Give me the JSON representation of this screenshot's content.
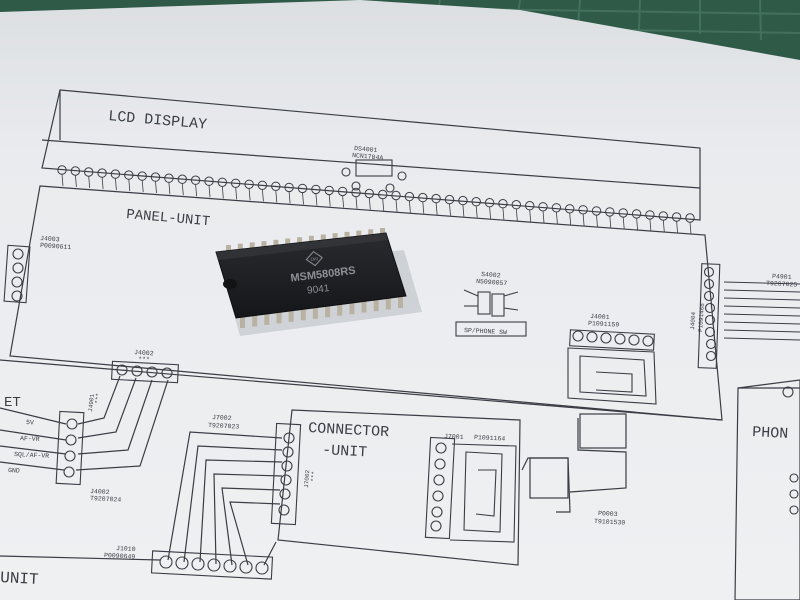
{
  "schematic": {
    "lcd_label": "LCD DISPLAY",
    "ds4001": {
      "ref": "DS4001",
      "part": "NCN1704A"
    },
    "panel_label": "PANEL-UNIT",
    "connector_label_1": "CONNECTOR",
    "connector_label_2": "-UNIT",
    "j4003": {
      "ref": "J4003",
      "part": "P0090611"
    },
    "s4002": {
      "ref": "S4002",
      "part": "N5090057"
    },
    "sw_label": "SP/PHONE SW",
    "j4001": {
      "ref": "J4001",
      "part": "P1091159"
    },
    "j4004": {
      "ref": "J4004",
      "part": "P1091468"
    },
    "p4901": {
      "ref": "P4901",
      "part": "T9207025"
    },
    "j4002_top": {
      "ref": "J4002",
      "part": "***"
    },
    "j4002_bottom": {
      "ref": "J4002",
      "part": "T9207024"
    },
    "j4901": {
      "ref": "J4901",
      "part": "***"
    },
    "left_signals": [
      "5V",
      "AF-VR",
      "SQL/AF-VR",
      "GND"
    ],
    "j7002": {
      "ref": "J7002",
      "part": "T9207023"
    },
    "j7002_side": {
      "ref": "J7002",
      "part": "***"
    },
    "j7001": {
      "ref": "J7001",
      "part": "P1091164"
    },
    "p0003": {
      "ref": "P0003",
      "part": "T9101530"
    },
    "j1010": {
      "ref": "J1010",
      "part": "P0090649"
    },
    "phone_label": "PHON",
    "bottom_left_label": "UNIT",
    "left_fragment": "ET"
  },
  "chip": {
    "logo": "OKI",
    "model": "MSM5808RS",
    "date_code": "9041"
  },
  "colors": {
    "paper": "#eceef0",
    "ink": "#3a3d44",
    "chip": "#1e1f22",
    "chip_text": "#8e9096",
    "pin": "#b9b2a3",
    "mat": "#2f5a48"
  }
}
